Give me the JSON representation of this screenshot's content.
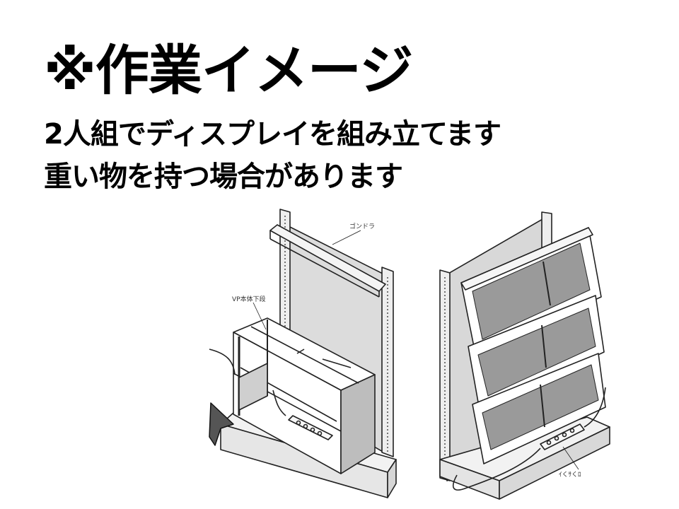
{
  "slide": {
    "title": "※作業イメージ",
    "line1": "2人組でディスプレイを組み立てます",
    "line2": "重い物を持つ場合があります"
  },
  "figure_left": {
    "label_gondola": "ゴンドラ",
    "label_vp": "VP本体下段"
  },
  "figure_right": {
    "label_bottom": "ｲくｻくﾛ"
  }
}
